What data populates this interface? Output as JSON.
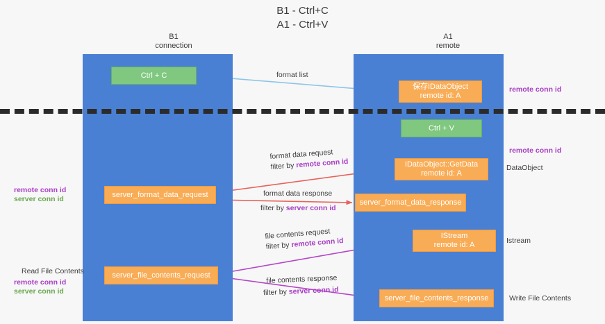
{
  "title": {
    "line1": "B1 - Ctrl+C",
    "line2": "A1 - Ctrl+V"
  },
  "columns": [
    {
      "name": "B1",
      "subtitle": "connection"
    },
    {
      "name": "A1",
      "subtitle": "remote"
    }
  ],
  "nodes": {
    "ctrl_c": {
      "line1": "Ctrl + C"
    },
    "idataobject": {
      "line1": "保存IDataObject",
      "line2": "remote id: A"
    },
    "ctrl_v": {
      "line1": "Ctrl + V"
    },
    "getdata": {
      "line1": "IDataObject::GetData",
      "line2": "remote id: A"
    },
    "server_format_data_request": {
      "line1": "server_format_data_request"
    },
    "server_format_data_response": {
      "line1": "server_format_data_response"
    },
    "istream": {
      "line1": "IStream",
      "line2": "remote id: A"
    },
    "server_file_contents_request": {
      "line1": "server_file_contents_request"
    },
    "server_file_contents_response": {
      "line1": "server_file_contents_response"
    }
  },
  "edge_labels": {
    "format_list": "format list",
    "format_data_request": "format data request",
    "format_data_request_filter_prefix": "filter by ",
    "format_data_request_filter_key": "remote conn id",
    "format_data_response": "format data response",
    "format_data_response_filter_prefix": "filter by ",
    "format_data_response_filter_key": "server conn id",
    "file_contents_request": "file contents request",
    "file_contents_request_filter_prefix": "filter by ",
    "file_contents_request_filter_key": "remote conn id",
    "file_contents_response": "file contents response",
    "file_contents_response_filter_prefix": "filter by ",
    "file_contents_response_filter_key": "server conn id"
  },
  "annotations": {
    "right": {
      "remote_conn_id_top": "remote conn id",
      "remote_conn_id_mid": "remote conn id",
      "dataobject": "DataObject",
      "istream": "Istream",
      "write_file_contents": "Write File Contents"
    },
    "left": {
      "remote_conn_id": "remote conn id",
      "server_conn_id": "server conn id",
      "read_file_contents": "Read File Contents",
      "remote_conn_id_2": "remote conn id",
      "server_conn_id_2": "server conn id"
    }
  },
  "colors": {
    "lane": "#4a80d4",
    "node_green": "#80c780",
    "node_orange": "#f9ac56",
    "accent_purple": "#a83fc4",
    "accent_green": "#6aa84f",
    "arrow_red": "#e8625a",
    "arrow_blue": "#8ec4e8",
    "arrow_magenta": "#b545c9",
    "arrow_dark": "#2b2b2b",
    "background": "#f7f7f7"
  }
}
